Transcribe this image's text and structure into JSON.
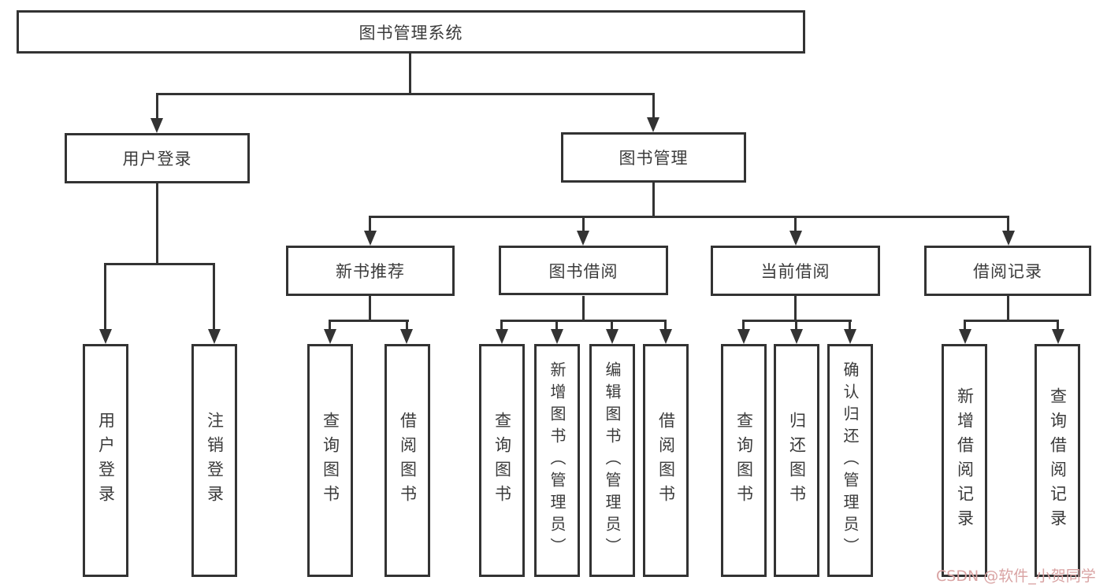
{
  "title": "图书管理系统",
  "nodes": {
    "root": "图书管理系统",
    "level2": {
      "user_login": "用户登录",
      "book_mgmt": "图书管理"
    },
    "level3": {
      "new_book_rec": "新书推荐",
      "book_borrow": "图书借阅",
      "current_borrow": "当前借阅",
      "borrow_record": "借阅记录"
    },
    "leaves": {
      "user_login": "用户登录",
      "logout": "注销登录",
      "rec_query_book": "查询图书",
      "rec_borrow_book": "借阅图书",
      "bb_query_book": "查询图书",
      "bb_add_book": "新增图书（管理员）",
      "bb_edit_book": "编辑图书（管理员）",
      "bb_borrow_book": "借阅图书",
      "cur_query_book": "查询图书",
      "cur_return_book": "归还图书",
      "cur_confirm_return": "确认归还（管理员）",
      "rec_add_record": "新增借阅记录",
      "rec_query_record": "查询借阅记录"
    }
  },
  "watermark": {
    "text": "CSDN @软件_小贺同学",
    "color": "#d9a3a3"
  },
  "colors": {
    "line": "#333333",
    "text": "#3b3b3b",
    "background": "#ffffff"
  }
}
